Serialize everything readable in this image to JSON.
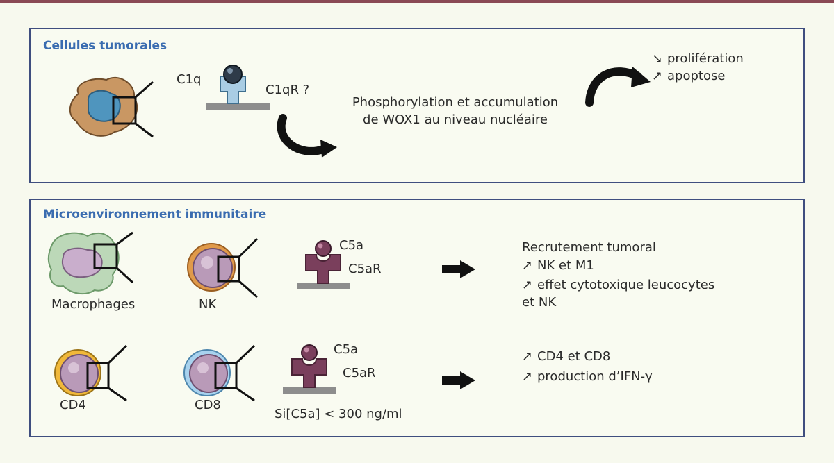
{
  "top_panel": {
    "title": "Cellules tumorales",
    "c1q_label": "C1q",
    "c1qr_label": "C1qR ?",
    "effect_lines": [
      "Phosphorylation et accumulation",
      "de WOX1 au niveau nucléaire"
    ],
    "outcomes": [
      {
        "arrow": "↘",
        "text": "prolifération"
      },
      {
        "arrow": "↗",
        "text": "apoptose"
      }
    ]
  },
  "bottom_panel": {
    "title": "Microenvironnement immunitaire",
    "cells": {
      "macrophages": "Macrophages",
      "nk": "NK",
      "cd4": "CD4",
      "cd8": "CD8"
    },
    "row1": {
      "ligand": "C5a",
      "receptor": "C5aR",
      "heading": "Recrutement tumoral",
      "items": [
        {
          "arrow": "↗",
          "text": "NK et M1"
        },
        {
          "arrow": "↗",
          "text": "effet cytotoxique leucocytes"
        }
      ],
      "continuation": "et NK"
    },
    "row2": {
      "ligand": "C5a",
      "receptor": "C5aR",
      "condition": "Si[C5a] < 300 ng/ml",
      "items": [
        {
          "arrow": "↗",
          "text": "CD4 et CD8"
        },
        {
          "arrow": "↗",
          "text": "production d’IFN-γ"
        }
      ]
    }
  },
  "colors": {
    "frame": "#3f4e7f",
    "title": "#3a6cb0",
    "c5a": "#7a3f5c",
    "c1qr_receptor": "#a9cde4",
    "membrane": "#8d8d8d"
  }
}
